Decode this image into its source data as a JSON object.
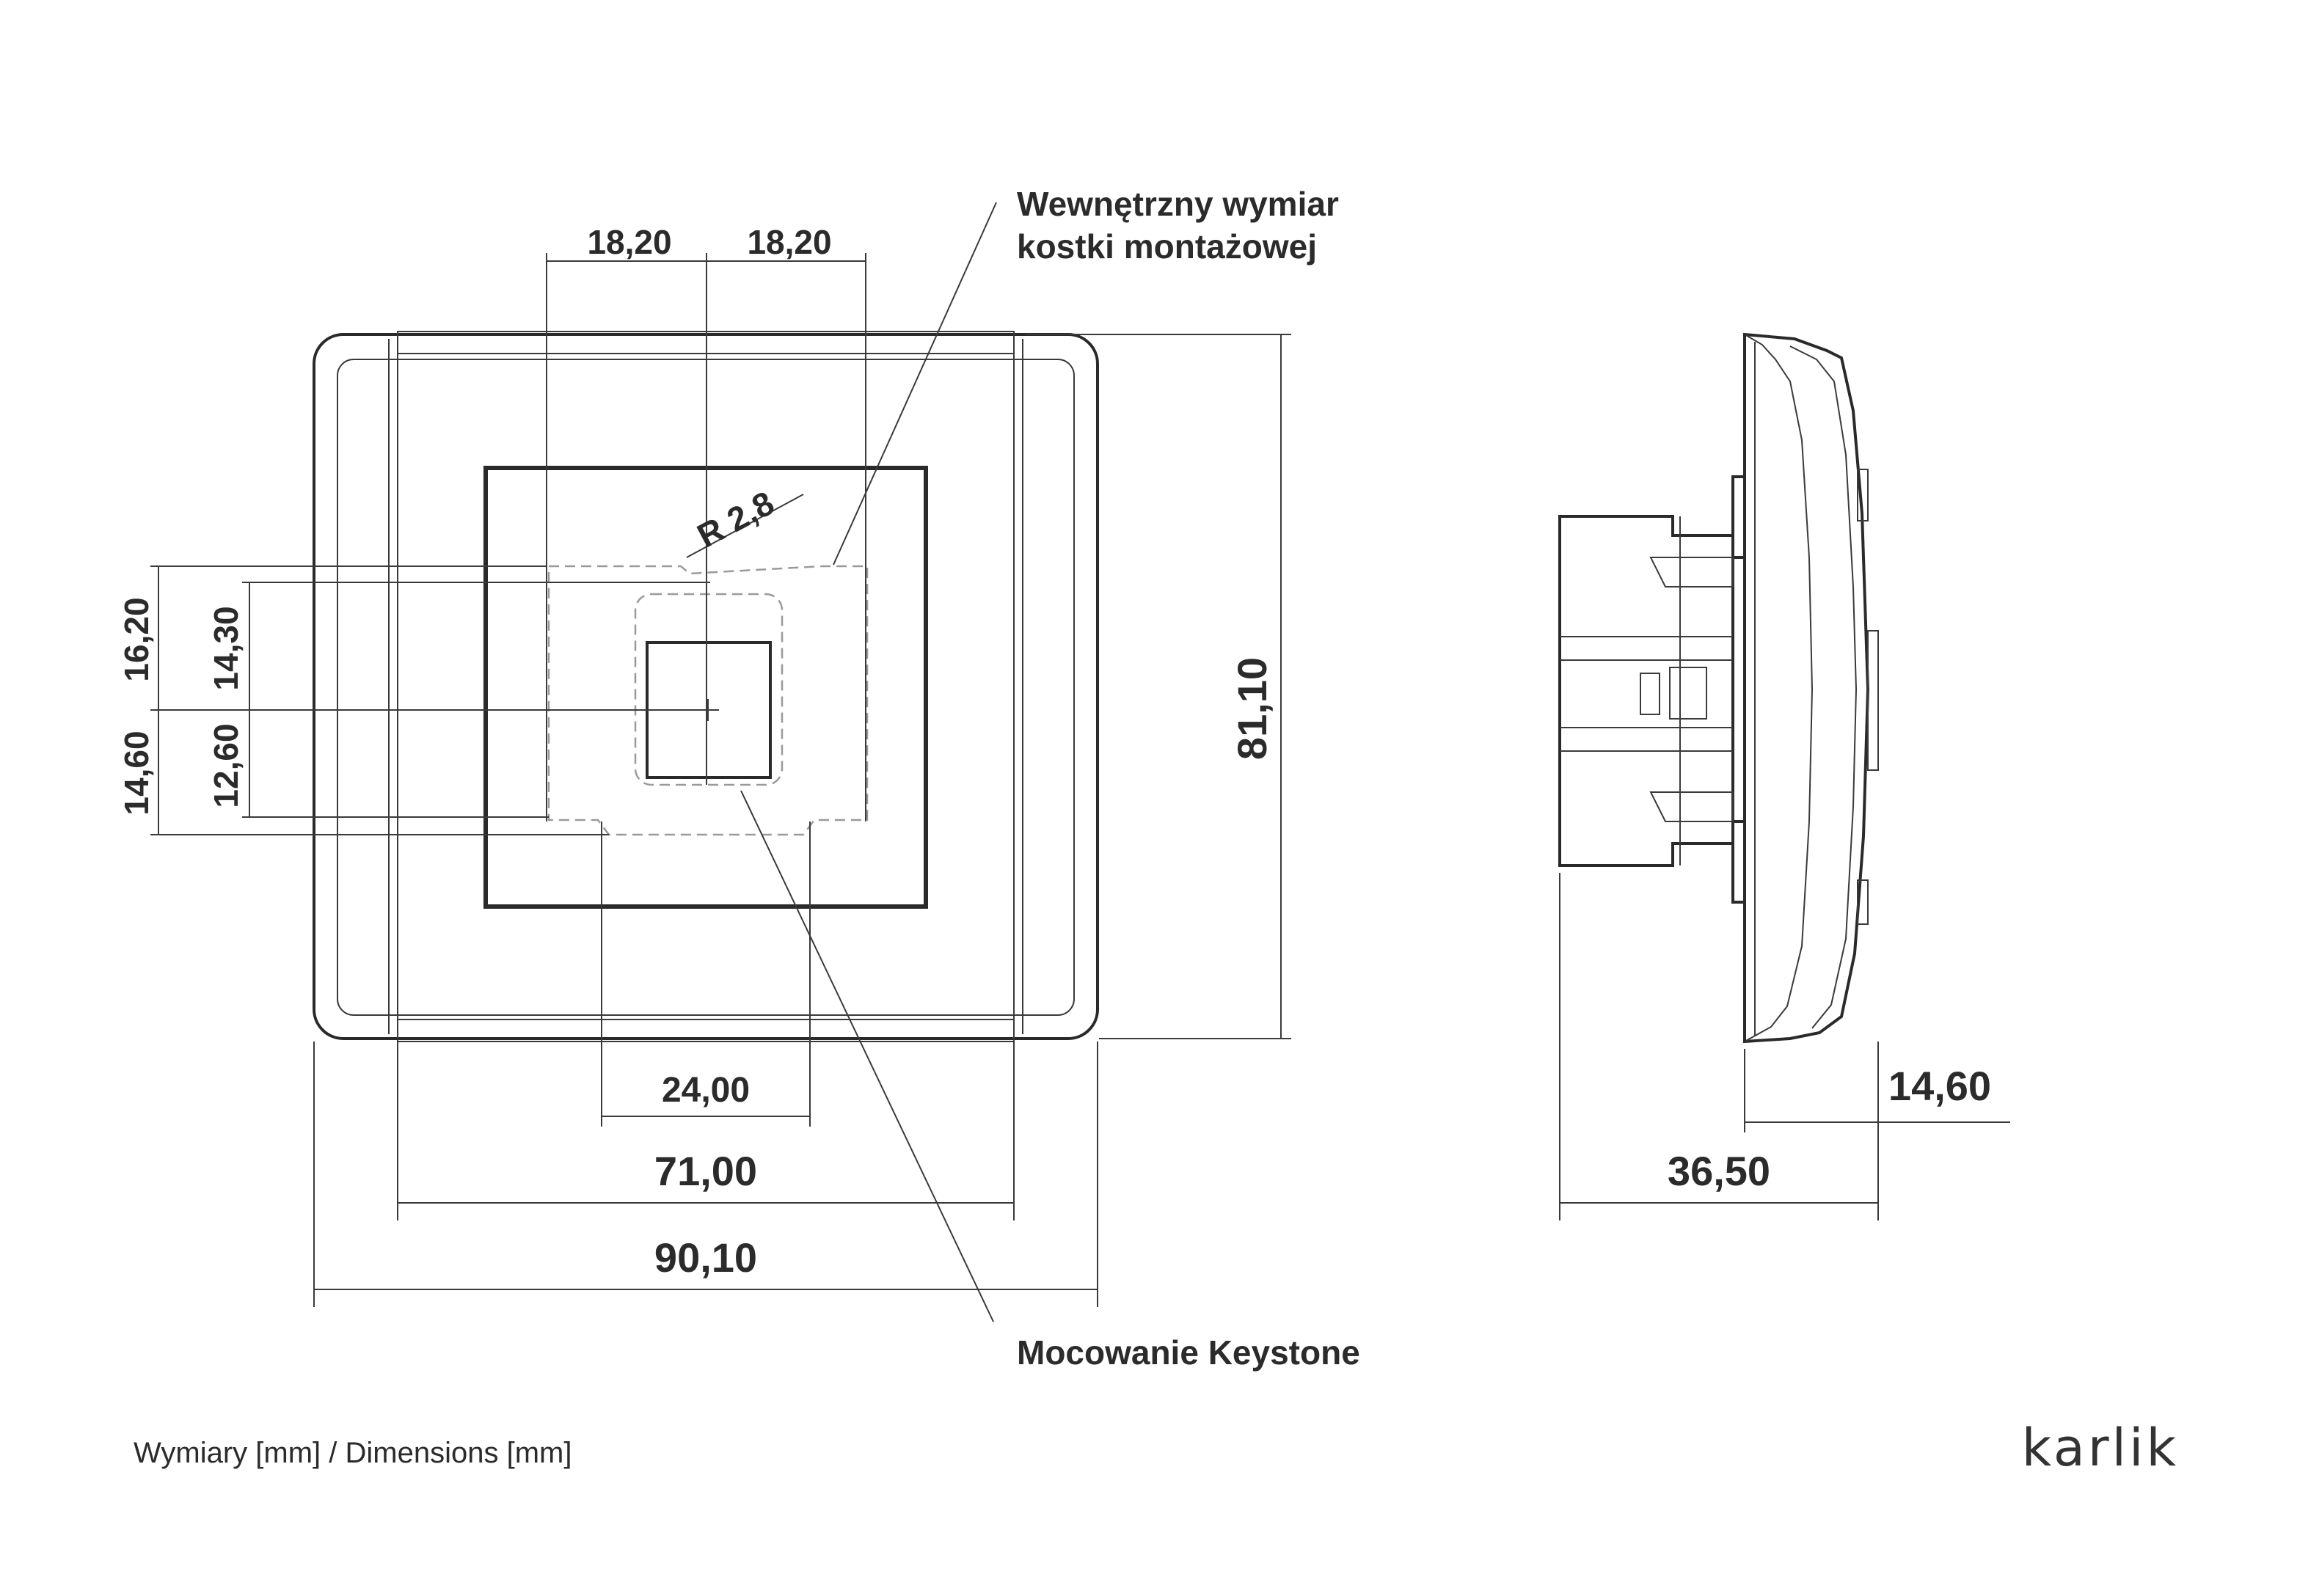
{
  "dimensions": {
    "top_left": "18,20",
    "top_right": "18,20",
    "left_outer_top": "16,20",
    "left_outer_bottom": "14,60",
    "left_inner_top": "14,30",
    "left_inner_bottom": "12,60",
    "radius": "R 2,8",
    "keystone_width": "24,00",
    "inner_width": "71,00",
    "outer_width": "90,10",
    "height": "81,10",
    "side_front": "14,60",
    "side_depth": "36,50"
  },
  "callouts": {
    "inner_box_line1": "Wewnętrzny wymiar",
    "inner_box_line2": "kostki montażowej",
    "keystone": "Mocowanie Keystone"
  },
  "footer": {
    "units_note": "Wymiary [mm] / Dimensions [mm]",
    "brand": "karlik"
  },
  "colors": {
    "line": "#2a2a2a",
    "hidden_line": "#9a9a9a",
    "background": "#ffffff"
  }
}
